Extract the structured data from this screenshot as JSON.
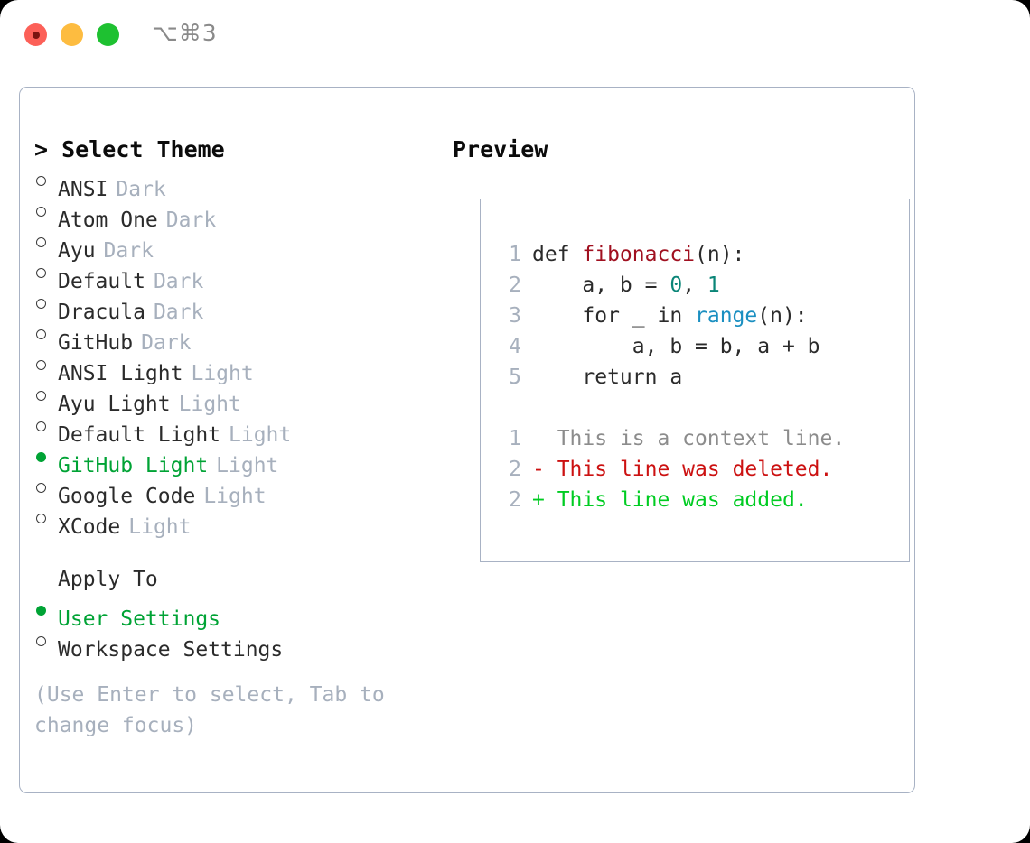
{
  "window": {
    "shortcut": "⌥⌘3",
    "traffic_lights": [
      "close",
      "minimize",
      "maximize"
    ]
  },
  "theme_picker": {
    "title": "Select Theme",
    "prompt_prefix": "> ",
    "themes": [
      {
        "name": "ANSI",
        "variant": "Dark",
        "selected": false
      },
      {
        "name": "Atom One",
        "variant": "Dark",
        "selected": false
      },
      {
        "name": "Ayu",
        "variant": "Dark",
        "selected": false
      },
      {
        "name": "Default",
        "variant": "Dark",
        "selected": false
      },
      {
        "name": "Dracula",
        "variant": "Dark",
        "selected": false
      },
      {
        "name": "GitHub",
        "variant": "Dark",
        "selected": false
      },
      {
        "name": "ANSI Light",
        "variant": "Light",
        "selected": false
      },
      {
        "name": "Ayu Light",
        "variant": "Light",
        "selected": false
      },
      {
        "name": "Default Light",
        "variant": "Light",
        "selected": false
      },
      {
        "name": "GitHub Light",
        "variant": "Light",
        "selected": true
      },
      {
        "name": "Google Code",
        "variant": "Light",
        "selected": false
      },
      {
        "name": "XCode",
        "variant": "Light",
        "selected": false
      }
    ],
    "apply_to": {
      "header": "Apply To",
      "options": [
        {
          "label": "User Settings",
          "selected": true
        },
        {
          "label": "Workspace Settings",
          "selected": false
        }
      ]
    },
    "hint": "(Use Enter to select, Tab to change focus)"
  },
  "preview": {
    "title": "Preview",
    "code_lines": [
      {
        "number": "1",
        "segments": [
          {
            "text": "def ",
            "kind": "plain"
          },
          {
            "text": "fibonacci",
            "kind": "fn"
          },
          {
            "text": "(n):",
            "kind": "plain"
          }
        ]
      },
      {
        "number": "2",
        "segments": [
          {
            "text": "    a, b = ",
            "kind": "plain"
          },
          {
            "text": "0",
            "kind": "num"
          },
          {
            "text": ", ",
            "kind": "plain"
          },
          {
            "text": "1",
            "kind": "num"
          }
        ]
      },
      {
        "number": "3",
        "segments": [
          {
            "text": "    for _ in ",
            "kind": "plain"
          },
          {
            "text": "range",
            "kind": "call"
          },
          {
            "text": "(n):",
            "kind": "plain"
          }
        ]
      },
      {
        "number": "4",
        "segments": [
          {
            "text": "        a, b = b, a + b",
            "kind": "plain"
          }
        ]
      },
      {
        "number": "5",
        "segments": [
          {
            "text": "    return a",
            "kind": "plain"
          }
        ]
      }
    ],
    "diff_lines": [
      {
        "number": "1",
        "marker": "  ",
        "text": "This is a context line.",
        "kind": "ctx"
      },
      {
        "number": "2",
        "marker": "- ",
        "text": "This line was deleted.",
        "kind": "del"
      },
      {
        "number": "2",
        "marker": "+ ",
        "text": "This line was added.",
        "kind": "add"
      }
    ]
  },
  "colors": {
    "selection_green": "#00a335",
    "diff_add": "#00cc22",
    "diff_del": "#cc1111",
    "token_fn": "#a01020",
    "token_num": "#0a8577",
    "token_call": "#1a8fc1",
    "muted": "#a7b0bd",
    "border": "#a8b2c4"
  }
}
